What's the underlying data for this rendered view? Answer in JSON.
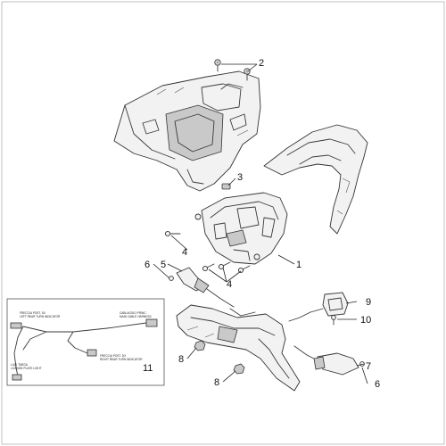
{
  "callouts": {
    "c1": "1",
    "c2": "2",
    "c3": "3",
    "c4a": "4",
    "c4b": "4",
    "c5": "5",
    "c6a": "6",
    "c6b": "6",
    "c7": "7",
    "c8a": "8",
    "c8b": "8",
    "c9": "9",
    "c10": "10",
    "c11": "11"
  },
  "wiring_box": {
    "label_a": "FRECCIA POST. SX",
    "label_a2": "LEFT REAR TURN INDICATOR",
    "label_b": "CABLAGGIO PRINC.",
    "label_b2": "MAIN CABLE HARNESS",
    "label_c": "FRECCIA POST. DX",
    "label_c2": "RIGHT REAR TURN INDICATOR",
    "label_d": "LUCI TARGA",
    "label_d2": "LICENSE PLATE LIGHT"
  }
}
